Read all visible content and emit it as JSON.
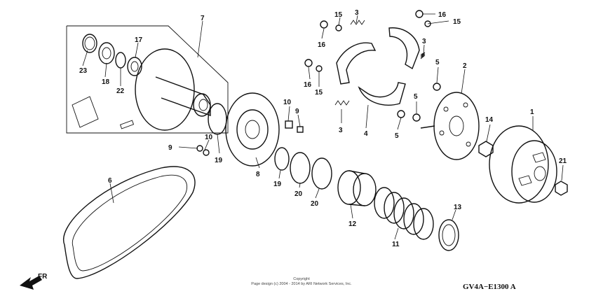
{
  "diagram": {
    "part_numbers": [
      "1",
      "2",
      "3",
      "4",
      "5",
      "6",
      "7",
      "8",
      "9",
      "10",
      "11",
      "12",
      "13",
      "14",
      "15",
      "16",
      "17",
      "18",
      "19",
      "20",
      "21",
      "22",
      "23"
    ],
    "direction_label": "FR",
    "copyright_line1": "Copyright",
    "copyright_line2": "Page design (c) 2004 - 2014 by ARI Network Services, Inc.",
    "diagram_code": "GV4A−E1300 A"
  }
}
